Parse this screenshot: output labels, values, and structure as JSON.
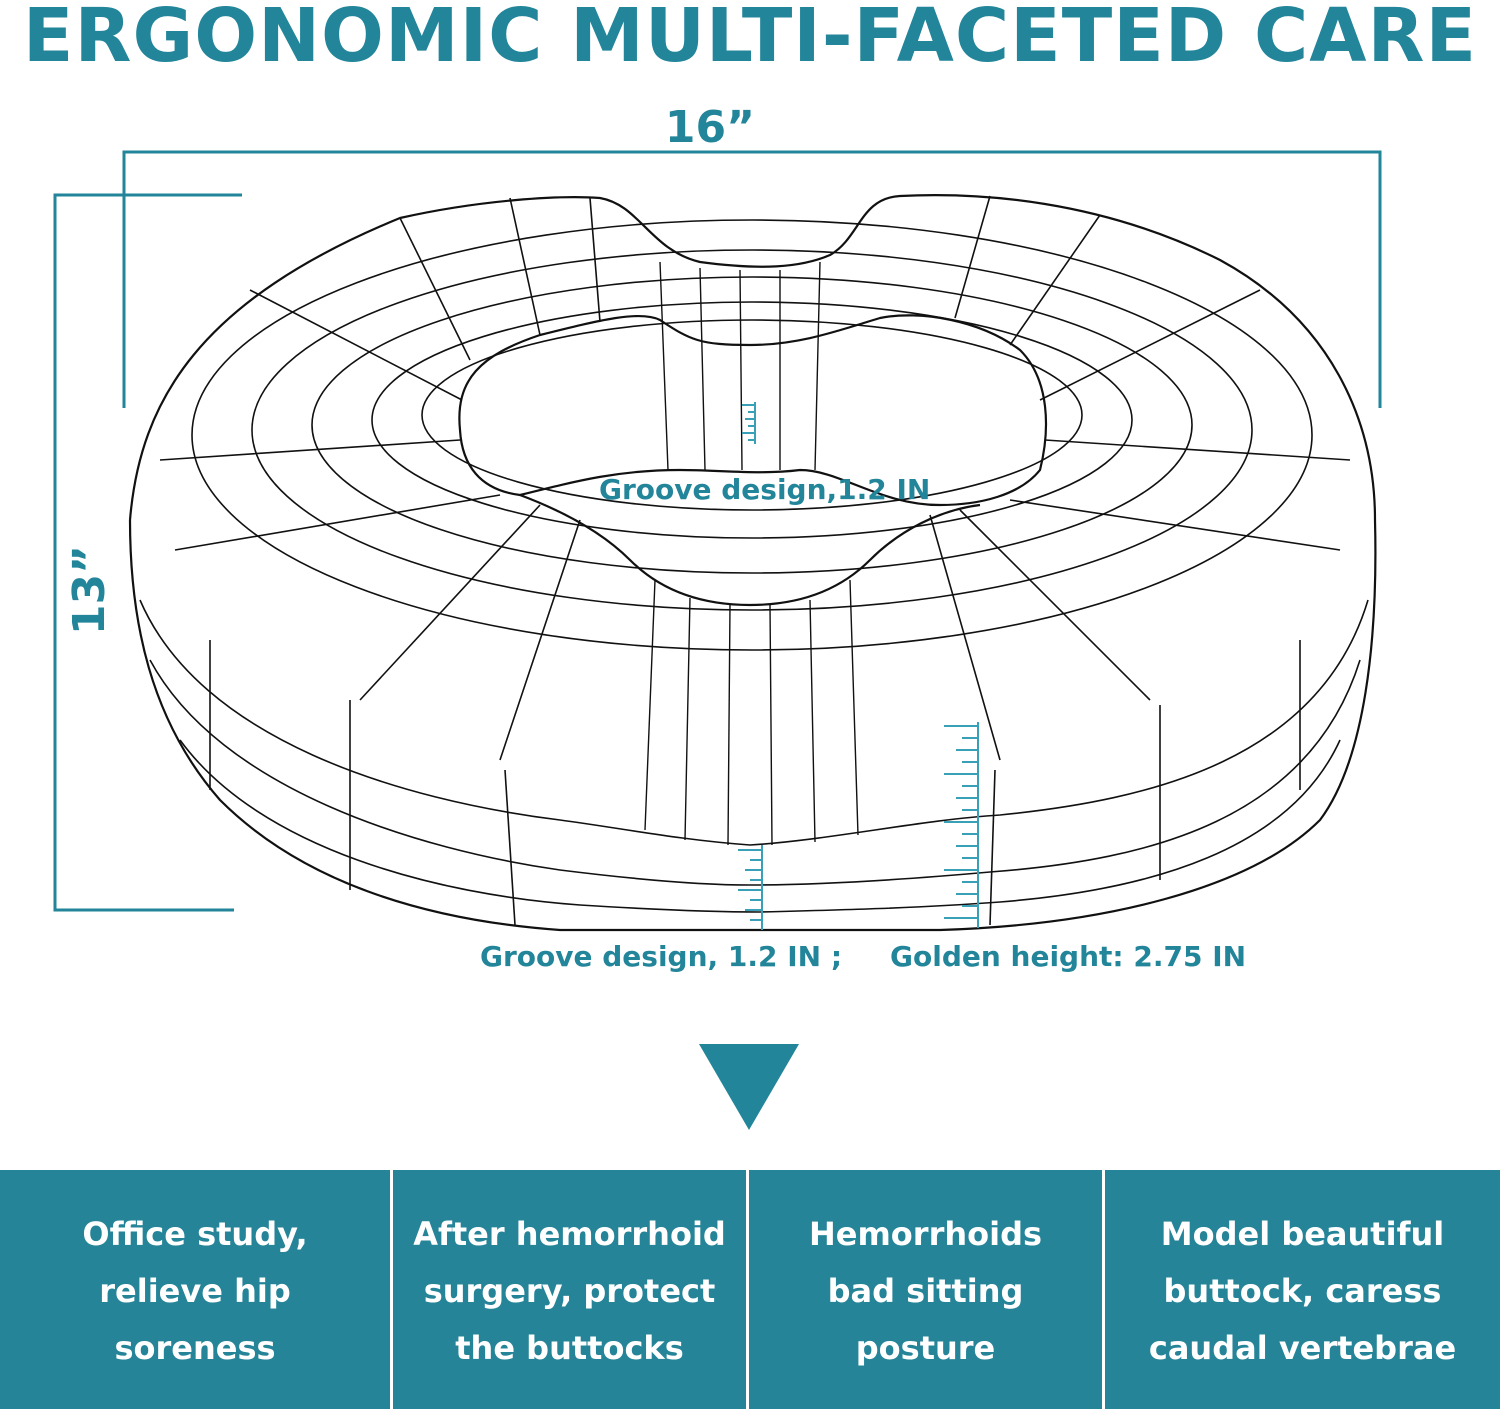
{
  "title": "ERGONOMIC MULTI-FACETED CARE",
  "dimensions": {
    "width": "16”",
    "height": "13”"
  },
  "labels": {
    "center": "Groove design,1.2 IN",
    "bottom_left": "Groove design, 1.2 IN ;",
    "bottom_right": "Golden height: 2.75 IN"
  },
  "colors": {
    "accent": "#22859a",
    "panel": "#268498",
    "outline": "#111111"
  },
  "icons": {
    "arrow": "down-triangle-icon"
  },
  "features": [
    {
      "text": "Office study,\nrelieve hip\nsoreness"
    },
    {
      "text": "After hemorrhoid\nsurgery, protect\nthe buttocks"
    },
    {
      "text": "Hemorrhoids\nbad sitting\nposture"
    },
    {
      "text": "Model beautiful\nbuttock, caress\ncaudal vertebrae"
    }
  ]
}
